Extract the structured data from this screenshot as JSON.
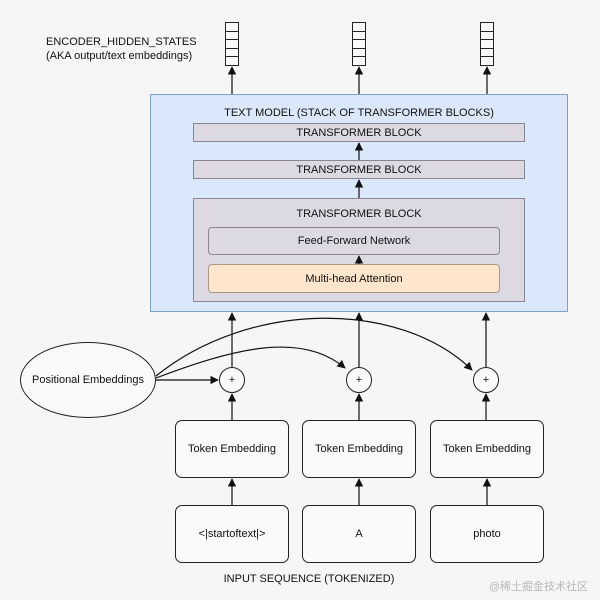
{
  "output_label": {
    "line1": "ENCODER_HIDDEN_STATES",
    "line2": "(AKA output/text embeddings)"
  },
  "text_model": {
    "title": "TEXT MODEL (STACK OF TRANSFORMER BLOCKS)",
    "blocks": [
      {
        "label": "TRANSFORMER BLOCK"
      },
      {
        "label": "TRANSFORMER BLOCK"
      },
      {
        "label": "TRANSFORMER BLOCK"
      }
    ],
    "ffn_label": "Feed-Forward Network",
    "attention_label": "Multi-head Attention"
  },
  "positional_label": "Positional Embeddings",
  "plus_symbol": "+",
  "token_embedding_label": "Token Embedding",
  "tokens": [
    "<|startoftext|>",
    "A",
    "photo"
  ],
  "input_label": "INPUT SEQUENCE (TOKENIZED)",
  "watermark": "@稀土掘金技术社区",
  "colors": {
    "text_model_bg": "#dbe8fb",
    "block_bg": "#ddd9e3",
    "attention_bg": "#fde6cc"
  }
}
